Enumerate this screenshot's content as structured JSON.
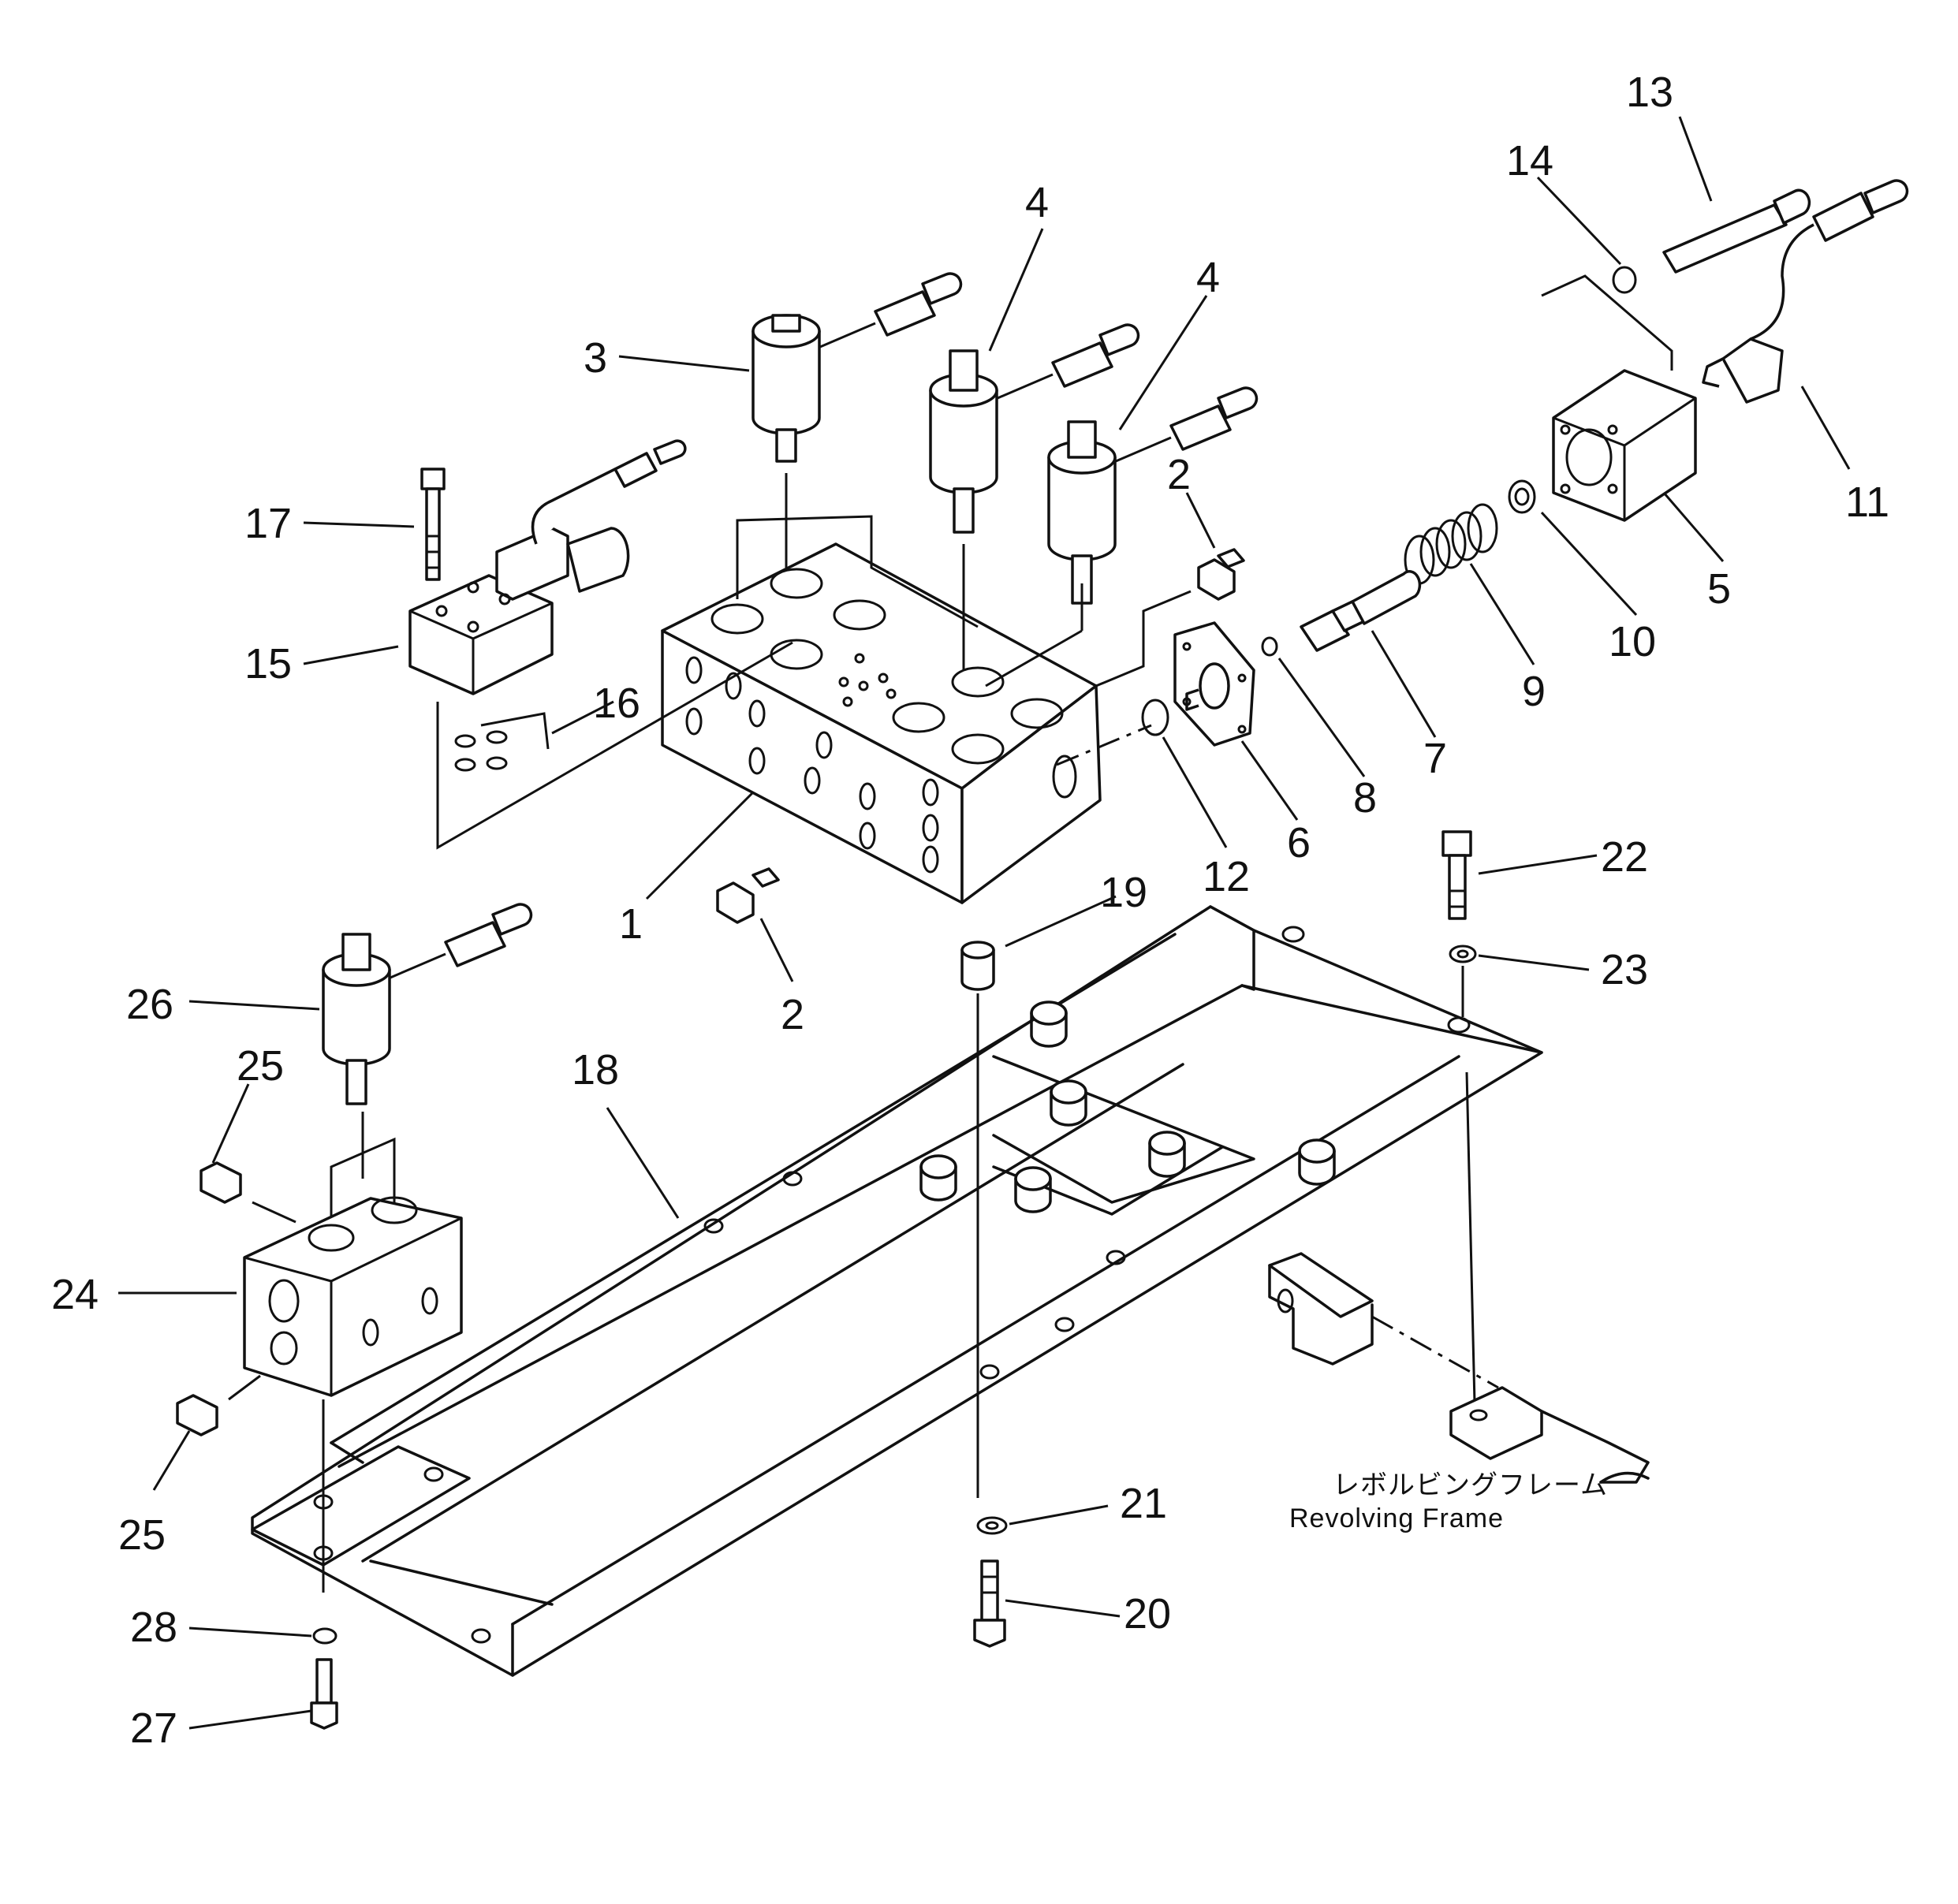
{
  "callouts": [
    {
      "id": "c13",
      "text": "13"
    },
    {
      "id": "c14",
      "text": "14"
    },
    {
      "id": "c4a",
      "text": "4"
    },
    {
      "id": "c4b",
      "text": "4"
    },
    {
      "id": "c3",
      "text": "3"
    },
    {
      "id": "c2a",
      "text": "2"
    },
    {
      "id": "c17",
      "text": "17"
    },
    {
      "id": "c11",
      "text": "11"
    },
    {
      "id": "c5",
      "text": "5"
    },
    {
      "id": "c10",
      "text": "10"
    },
    {
      "id": "c15",
      "text": "15"
    },
    {
      "id": "c16",
      "text": "16"
    },
    {
      "id": "c9",
      "text": "9"
    },
    {
      "id": "c7",
      "text": "7"
    },
    {
      "id": "c8",
      "text": "8"
    },
    {
      "id": "c6",
      "text": "6"
    },
    {
      "id": "c12",
      "text": "12"
    },
    {
      "id": "c22",
      "text": "22"
    },
    {
      "id": "c19",
      "text": "19"
    },
    {
      "id": "c1",
      "text": "1"
    },
    {
      "id": "c23",
      "text": "23"
    },
    {
      "id": "c26",
      "text": "26"
    },
    {
      "id": "c2b",
      "text": "2"
    },
    {
      "id": "c25a",
      "text": "25"
    },
    {
      "id": "c18",
      "text": "18"
    },
    {
      "id": "c24",
      "text": "24"
    },
    {
      "id": "c25b",
      "text": "25"
    },
    {
      "id": "c21",
      "text": "21"
    },
    {
      "id": "c28",
      "text": "28"
    },
    {
      "id": "c20",
      "text": "20"
    },
    {
      "id": "c27",
      "text": "27"
    }
  ],
  "frame_label": {
    "japanese": "レボルビングフレーム",
    "english": "Revolving  Frame"
  }
}
